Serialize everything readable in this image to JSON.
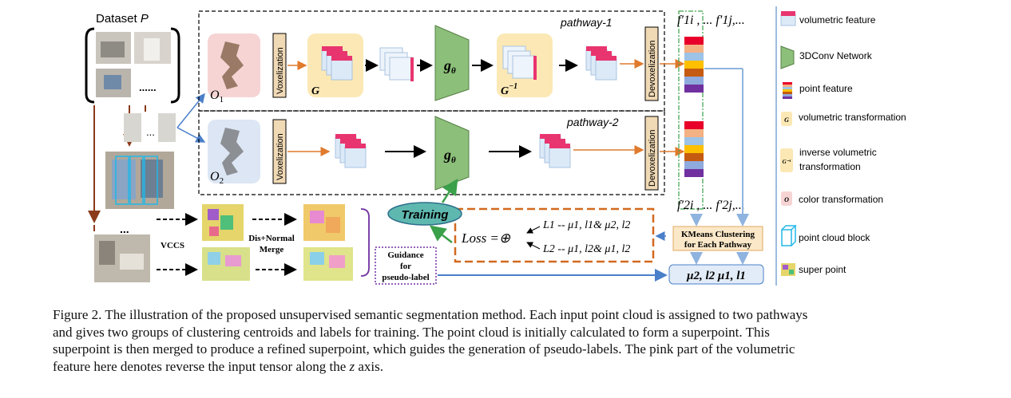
{
  "figure": {
    "dataset_label": "Dataset",
    "dataset_symbol": "P",
    "ellipsis": "......",
    "pathway1_label": "pathway-1",
    "pathway2_label": "pathway-2",
    "voxelization": "Voxelization",
    "devoxelization": "Devoxelization",
    "g_label": "G",
    "ginv_label": "G",
    "ginv_sup": "−1",
    "gtheta": "g",
    "gtheta_sub": "θ",
    "o1": "O",
    "o1_sub": "1",
    "o2": "O",
    "o2_sub": "2",
    "f1_top": "f′1i , ... f′1j,...",
    "f2_bottom": "f′2i , ... f′2j,...",
    "training": "Training",
    "loss": "Loss =⊕",
    "loss_l1": "L1 -- μ1, l1& μ2, l2",
    "loss_l2": "L2 -- μ1, l2& μ1, l2",
    "kmeans_line1": "KMeans Clustering",
    "kmeans_line2": "for Each Pathway",
    "centroids": "μ2, l2   μ1, l1",
    "vccs": "VCCS",
    "merge_line1": "Dis+Normal",
    "merge_line2": "Merge",
    "guidance_line1": "Guidance",
    "guidance_line2": "for",
    "guidance_line3": "pseudo-label",
    "dots_mid": "...",
    "dots_left": "..."
  },
  "legend": [
    {
      "icon": "volumetric-feature",
      "label": "volumetric feature"
    },
    {
      "icon": "3dconv-network",
      "label": "3DConv Network"
    },
    {
      "icon": "point-feature",
      "label": "point feature"
    },
    {
      "icon": "volumetric-transformation",
      "label": "volumetric transformation"
    },
    {
      "icon": "inverse-volumetric-transformation",
      "label": "inverse volumetric"
    },
    {
      "icon": "inverse-volumetric-transformation-2",
      "label": "transformation"
    },
    {
      "icon": "color-transformation",
      "label": "color transformation"
    },
    {
      "icon": "point-cloud-block",
      "label": "point cloud block"
    },
    {
      "icon": "super-point",
      "label": "super point"
    }
  ],
  "legend_icon_text": {
    "g": "G",
    "ginv": "G⁻¹",
    "o": "O"
  },
  "caption": {
    "line1": "Figure 2. The illustration of the proposed unsupervised semantic segmentation method. Each input point cloud is assigned to two pathways",
    "line2": "and gives two groups of clustering centroids and labels for training.  The point cloud is initially calculated to form a superpoint.  This",
    "line3": "superpoint is then merged to produce a refined superpoint, which guides the generation of pseudo-labels. The pink part of the volumetric",
    "line4_a": "feature here denotes reverse the input tensor along the ",
    "line4_z": "z",
    "line4_b": " axis."
  },
  "colors": {
    "pink": "#e8356f",
    "cube_light": "#dce9f7",
    "green": "#8cbf7a",
    "orange": "#e07a2c",
    "blue_arrow": "#4a7fc9",
    "brown_arrow": "#8b3a1a",
    "training_fill": "#5fb8b0"
  },
  "point_feature_colors": [
    "#e8002a",
    "#f4b183",
    "#9dc3e6",
    "#ffc000",
    "#c55a11",
    "#8faadc",
    "#7030a0"
  ]
}
